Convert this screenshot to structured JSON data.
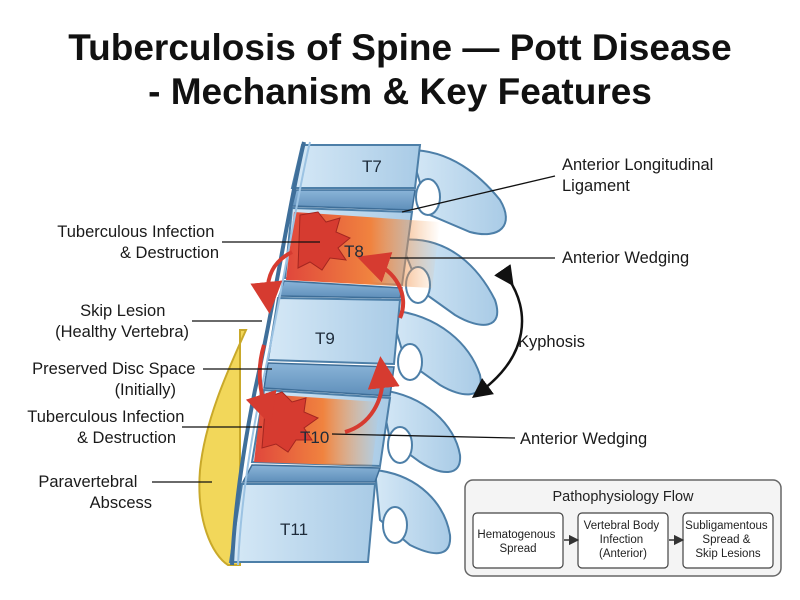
{
  "title": {
    "line1": "Tuberculosis of Spine — Pott Disease",
    "line2": "- Mechanism & Key Features"
  },
  "vertebrae": {
    "t7": "T7",
    "t8": "T8",
    "t9": "T9",
    "t10": "T10",
    "t11": "T11"
  },
  "labels": {
    "infection_upper": [
      "Tuberculous Infection",
      "& Destruction"
    ],
    "skip_lesion": [
      "Skip Lesion",
      "(Healthy Vertebra)"
    ],
    "preserved_disc": [
      "Preserved Disc Space",
      "(Initially)"
    ],
    "infection_lower": [
      "Tuberculous Infection",
      "& Destruction"
    ],
    "abscess": [
      "Paravertebral",
      "Abscess"
    ],
    "ligament": [
      "Anterior Longitudinal",
      "Ligament"
    ],
    "wedging_upper": "Anterior Wedging",
    "kyphosis": "Kyphosis",
    "wedging_lower": "Anterior Wedging"
  },
  "flow": {
    "title": "Pathophysiology Flow",
    "steps": [
      [
        "Hematogenous",
        "Spread"
      ],
      [
        "Vertebral Body",
        "Infection",
        "(Anterior)"
      ],
      [
        "Subligamentous",
        "Spread &",
        "Skip Lesions"
      ]
    ]
  },
  "colors": {
    "bone": "#b9d7ee",
    "bone_outline": "#4d7fa8",
    "disc": "#6f9fc8",
    "infection": "#e2443a",
    "abscess": "#f2d75a",
    "ligament": "#3f6f9a",
    "arrow": "#d63b30"
  }
}
